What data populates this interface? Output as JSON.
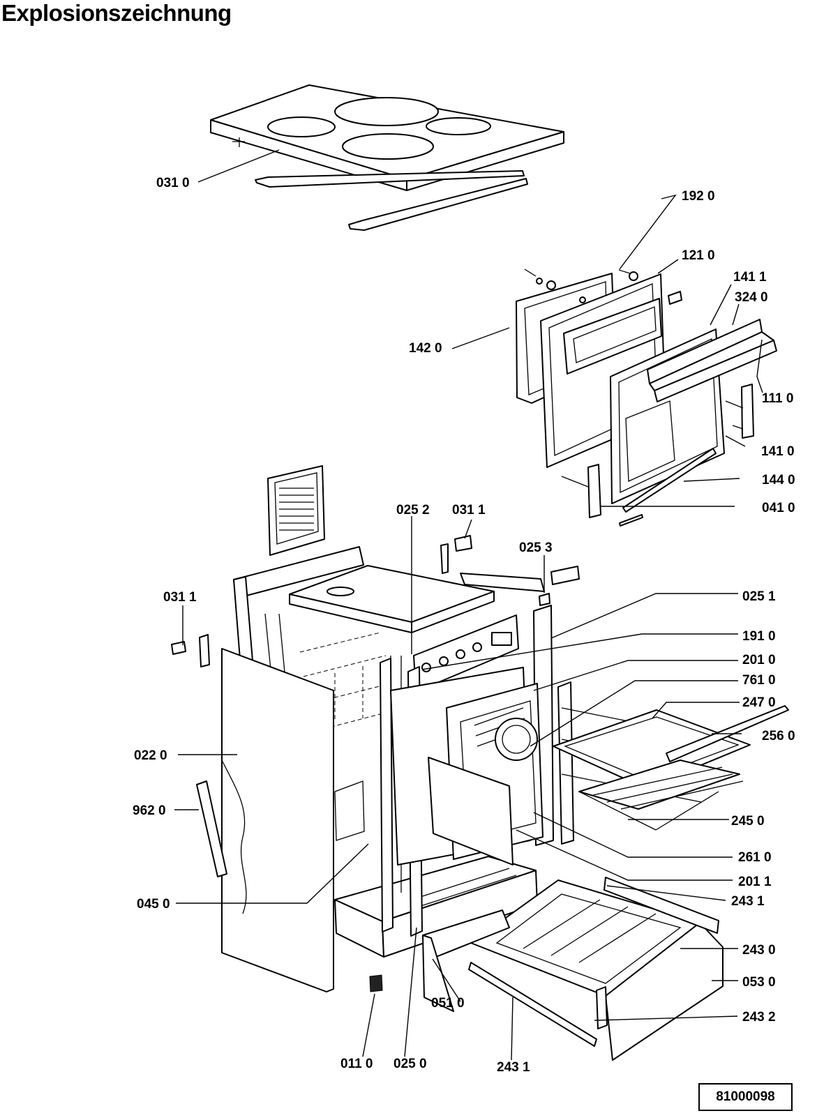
{
  "title": "Explosionszeichnung",
  "document_number": "81000098",
  "part_labels": [
    "031 0",
    "192 0",
    "121 0",
    "141 1",
    "324 0",
    "142 0",
    "111 0",
    "141 0",
    "144 0",
    "041 0",
    "025 2",
    "031 1",
    "025 3",
    "031 1",
    "025 1",
    "191 0",
    "201 0",
    "761 0",
    "247 0",
    "256 0",
    "022 0",
    "962 0",
    "245 0",
    "261 0",
    "201 1",
    "045 0",
    "243 1",
    "243 0",
    "053 0",
    "051 0",
    "243 2",
    "011 0",
    "025 0",
    "243 1"
  ]
}
